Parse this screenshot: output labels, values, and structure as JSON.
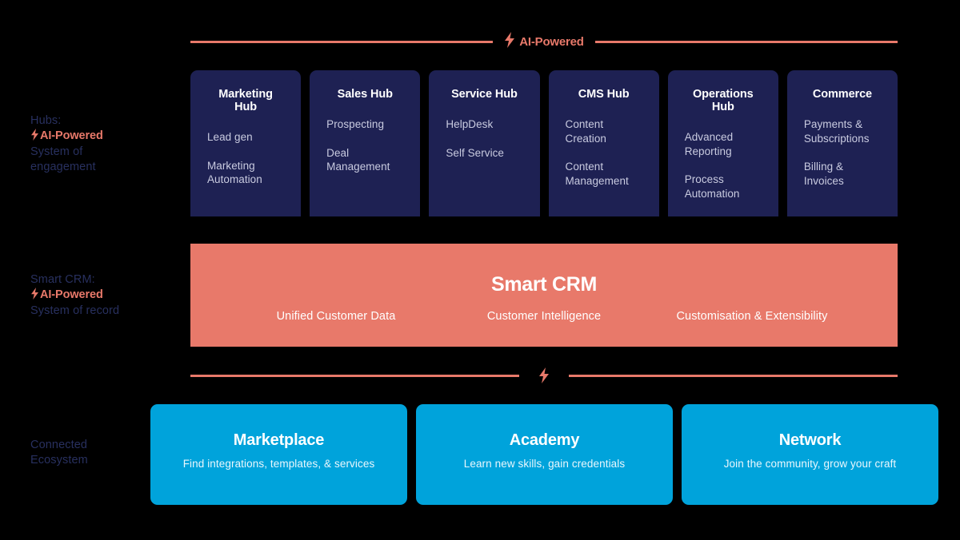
{
  "background_color": "#000000",
  "colors": {
    "navy": "#1e2153",
    "salmon": "#e8796a",
    "cyan": "#00a3db",
    "label_navy": "#28305f",
    "hub_item_text": "#c9cbe0"
  },
  "top_divider": {
    "icon": "lightning-bolt-icon",
    "label": "AI-Powered"
  },
  "rail": {
    "hubs": {
      "line1": "Hubs:",
      "ai_label": "AI-Powered",
      "line3": "System of",
      "line4": "engagement"
    },
    "crm": {
      "line1": "Smart CRM:",
      "ai_label": "AI-Powered",
      "line3": "System of record"
    },
    "ecosystem": {
      "line1": "Connected",
      "line2": "Ecosystem"
    }
  },
  "hubs": [
    {
      "title": "Marketing Hub",
      "items": [
        "Lead gen",
        "Marketing Automation"
      ]
    },
    {
      "title": "Sales Hub",
      "items": [
        "Prospecting",
        "Deal Management"
      ]
    },
    {
      "title": "Service Hub",
      "items": [
        "HelpDesk",
        "Self Service"
      ]
    },
    {
      "title": "CMS Hub",
      "items": [
        "Content Creation",
        "Content Management"
      ]
    },
    {
      "title": "Operations Hub",
      "items": [
        "Advanced Reporting",
        "Process Automation"
      ]
    },
    {
      "title": "Commerce",
      "items": [
        "Payments & Subscriptions",
        "Billing & Invoices"
      ]
    }
  ],
  "smart_crm": {
    "title": "Smart CRM",
    "items": [
      "Unified Customer Data",
      "Customer Intelligence",
      "Customisation & Extensibility"
    ]
  },
  "bottom_divider": {
    "icon": "lightning-bolt-icon"
  },
  "ecosystem": [
    {
      "title": "Marketplace",
      "subtitle": "Find integrations, templates, & services"
    },
    {
      "title": "Academy",
      "subtitle": "Learn new skills, gain credentials"
    },
    {
      "title": "Network",
      "subtitle": "Join the community, grow your craft"
    }
  ]
}
